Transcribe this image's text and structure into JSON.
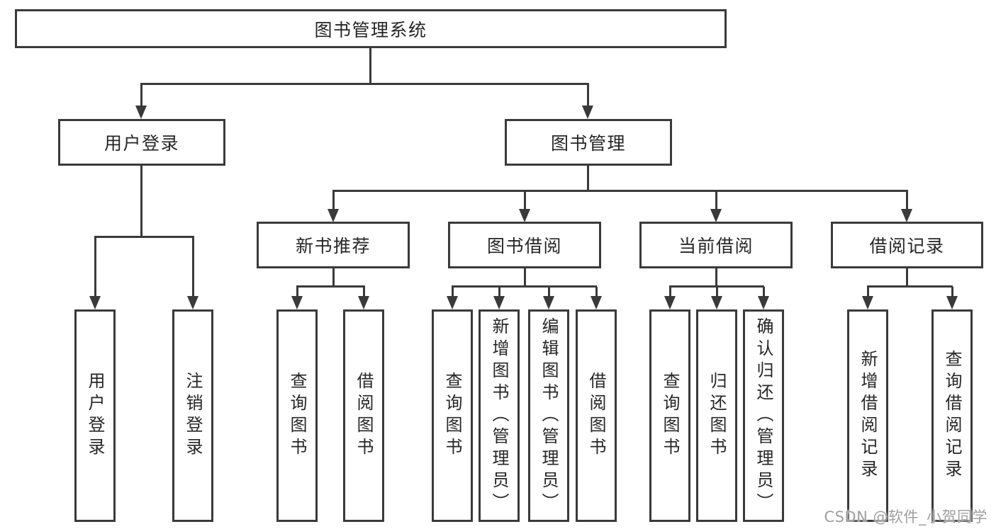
{
  "colors": {
    "line": "#3a3a3a",
    "text": "#262626",
    "background": "#ffffff",
    "watermark": "#9f9f9f"
  },
  "title": {
    "label": "图书管理系统"
  },
  "level2": [
    {
      "label": "用户登录"
    },
    {
      "label": "图书管理"
    }
  ],
  "level3": [
    {
      "label": "新书推荐"
    },
    {
      "label": "图书借阅"
    },
    {
      "label": "当前借阅"
    },
    {
      "label": "借阅记录"
    }
  ],
  "leaves": {
    "user_login": [
      {
        "label": "用户登录"
      },
      {
        "label": "注销登录"
      }
    ],
    "new_book_recommend": [
      {
        "label": "查询图书"
      },
      {
        "label": "借阅图书"
      }
    ],
    "book_borrow": [
      {
        "label": "查询图书"
      },
      {
        "label": "新增图书（管理员）"
      },
      {
        "label": "编辑图书（管理员）"
      },
      {
        "label": "借阅图书"
      }
    ],
    "current_borrow": [
      {
        "label": "查询图书"
      },
      {
        "label": "归还图书"
      },
      {
        "label": "确认归还（管理员）"
      }
    ],
    "borrow_record": [
      {
        "label": "新增借阅记录"
      },
      {
        "label": "查询借阅记录"
      }
    ]
  },
  "watermark": {
    "text": "CSDN @软件_小贺同学"
  }
}
